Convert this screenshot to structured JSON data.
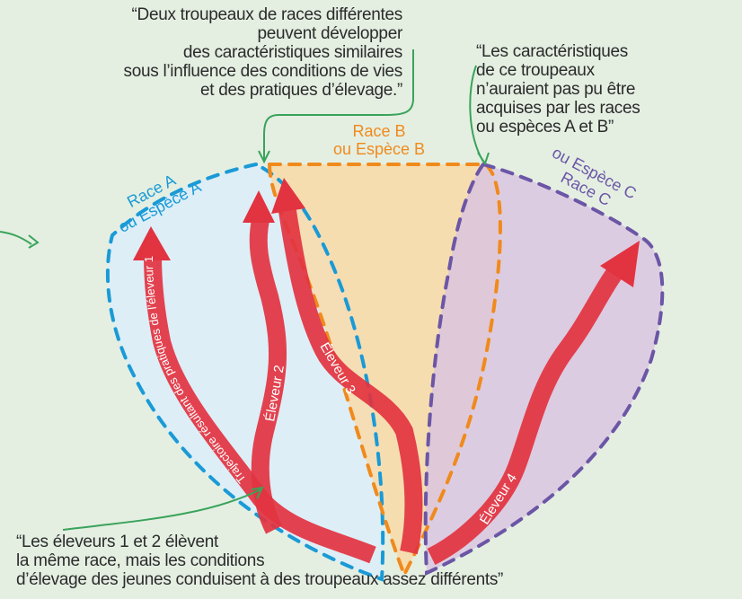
{
  "quotes": {
    "top_left": [
      "“Deux troupeaux de races différentes",
      "peuvent développer",
      "des caractéristiques similaires",
      "sous l’influence des conditions de vies",
      "et des pratiques d’élevage.”"
    ],
    "top_right": [
      "“Les caractéristiques",
      "de ce troupeaux",
      "n’auraient pas pu être",
      "acquises par les races",
      "ou espèces A et B”"
    ],
    "bottom": [
      "“Les éleveurs 1 et 2 élèvent",
      "la même race, mais les conditions",
      "d’élevage des jeunes conduisent à des troupeaux assez différents”"
    ]
  },
  "regions": {
    "a": {
      "line1": "Race A",
      "line2": "ou Espèce A",
      "color": "#1a9ad6"
    },
    "b": {
      "line1": "Race B",
      "line2": "ou Espèce B",
      "color": "#f08a1c"
    },
    "c": {
      "line1": "ou Espèce C",
      "line2": "Race C",
      "color": "#6b56a6"
    }
  },
  "arrows": {
    "a1": "Trajectoire résultant des pratiques de l’éleveur 1",
    "a2": "Éleveur 2",
    "a3": "Éleveur 3",
    "a4": "Éleveur 4",
    "color": "#e23340"
  }
}
